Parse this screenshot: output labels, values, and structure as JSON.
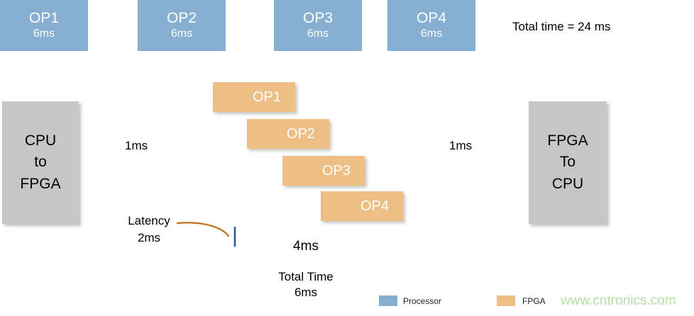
{
  "colors": {
    "processor_blue": "#86AFD1",
    "fpga_orange": "#EDBF84",
    "box_grey": "#C6C6C6",
    "arrow_blue": "#1F5FA0",
    "latency_curve": "#C07A26",
    "watermark_green": "#B7E0A8"
  },
  "sequential": {
    "steps": [
      {
        "name": "OP1",
        "time": "6ms"
      },
      {
        "name": "OP2",
        "time": "6ms"
      },
      {
        "name": "OP3",
        "time": "6ms"
      },
      {
        "name": "OP4",
        "time": "6ms"
      }
    ],
    "total_label": "Total time = 24 ms"
  },
  "pipelined": {
    "input_block": {
      "line1": "CPU",
      "line2": "to",
      "line3": "FPGA"
    },
    "output_block": {
      "line1": "FPGA",
      "line2": "To",
      "line3": "CPU"
    },
    "transfer_in": "1ms",
    "transfer_out": "1ms",
    "stages": [
      {
        "name": "OP1"
      },
      {
        "name": "OP2"
      },
      {
        "name": "OP3"
      },
      {
        "name": "OP4"
      }
    ],
    "latency": {
      "label": "Latency",
      "value": "2ms"
    },
    "throughput": "4ms",
    "total": {
      "label": "Total Time",
      "value": "6ms"
    }
  },
  "legend": {
    "items": [
      {
        "label": "Processor",
        "color": "#86AFD1"
      },
      {
        "label": "FPGA",
        "color": "#EDBF84"
      }
    ]
  },
  "watermark": "www.cntronics.com"
}
